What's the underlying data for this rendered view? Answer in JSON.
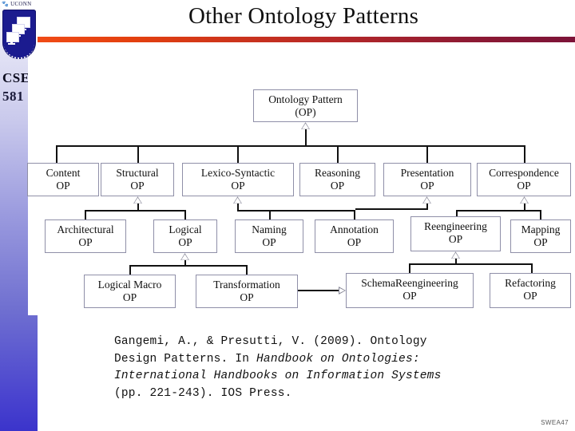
{
  "slide": {
    "title": "Other Ontology Patterns",
    "footer_tag": "SWEA47",
    "accent_start": "#f04b16",
    "accent_end": "#7c1338"
  },
  "branding": {
    "wordmark": "UCONN",
    "course_line1": "CSE",
    "course_line2": "581",
    "shield_color": "#1b1b8f"
  },
  "diagram": {
    "root": {
      "line1": "Ontology Pattern",
      "line2": "(OP)"
    },
    "row2": [
      {
        "line1": "Content",
        "line2": "OP"
      },
      {
        "line1": "Structural",
        "line2": "OP"
      },
      {
        "line1": "Lexico-Syntactic",
        "line2": "OP"
      },
      {
        "line1": "Reasoning",
        "line2": "OP"
      },
      {
        "line1": "Presentation",
        "line2": "OP"
      },
      {
        "line1": "Correspondence",
        "line2": "OP"
      }
    ],
    "row3": [
      {
        "line1": "Architectural",
        "line2": "OP"
      },
      {
        "line1": "Logical",
        "line2": "OP"
      },
      {
        "line1": "Naming",
        "line2": "OP"
      },
      {
        "line1": "Annotation",
        "line2": "OP"
      },
      {
        "line1": "Reengineering",
        "line2": "OP"
      },
      {
        "line1": "Mapping",
        "line2": "OP"
      }
    ],
    "row4": [
      {
        "line1": "Logical Macro",
        "line2": "OP"
      },
      {
        "line1": "Transformation",
        "line2": "OP"
      },
      {
        "line1": "SchemaReengineering",
        "line2": "OP"
      },
      {
        "line1": "Refactoring",
        "line2": "OP"
      }
    ]
  },
  "citation": {
    "line1": "Gangemi, A., & Presutti, V. (2009). Ontology",
    "line2_plain": "Design Patterns. In ",
    "line2_italic": "Handbook on Ontologies:",
    "line3_italic": "International Handbooks on Information Systems",
    "line4": "(pp. 221-243). IOS Press."
  }
}
